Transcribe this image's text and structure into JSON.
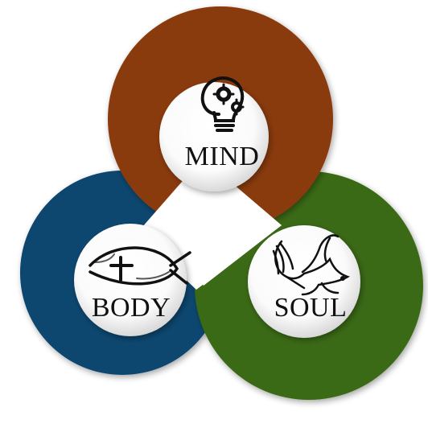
{
  "nodes": {
    "mind": {
      "label": "MIND",
      "icon": "lightbulb-gears-icon"
    },
    "body": {
      "label": "BODY",
      "icon": "ichthys-fish-cross-icon"
    },
    "soul": {
      "label": "SOUL",
      "icon": "dove-feather-icon"
    }
  },
  "colors": {
    "mind_ring": "#8a3a0a",
    "body_ring": "#0b4670",
    "soul_ring": "#3b6a12",
    "inner_disc": "#ffffff",
    "center_triangle": "#ffffff",
    "ink": "#111111"
  }
}
